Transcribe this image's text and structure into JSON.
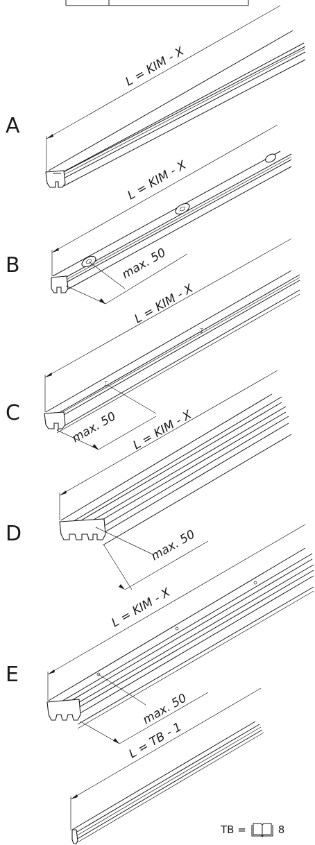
{
  "variants": [
    {
      "letter": "A",
      "length_label": "L = KIM - X",
      "spacing_label": ""
    },
    {
      "letter": "B",
      "length_label": "L = KIM - X",
      "spacing_label": "max. 50"
    },
    {
      "letter": "C",
      "length_label": "L = KIM - X",
      "spacing_label": "max. 50"
    },
    {
      "letter": "D",
      "length_label": "L = KIM - X",
      "spacing_label": "max. 50"
    },
    {
      "letter": "E",
      "length_label": "L = KIM - X",
      "spacing_label": "max. 50"
    },
    {
      "letter": "",
      "length_label": "L = TB - 1",
      "spacing_label": ""
    }
  ],
  "footnote": {
    "prefix": "TB =",
    "icon": "open-book-icon",
    "page": "8"
  }
}
